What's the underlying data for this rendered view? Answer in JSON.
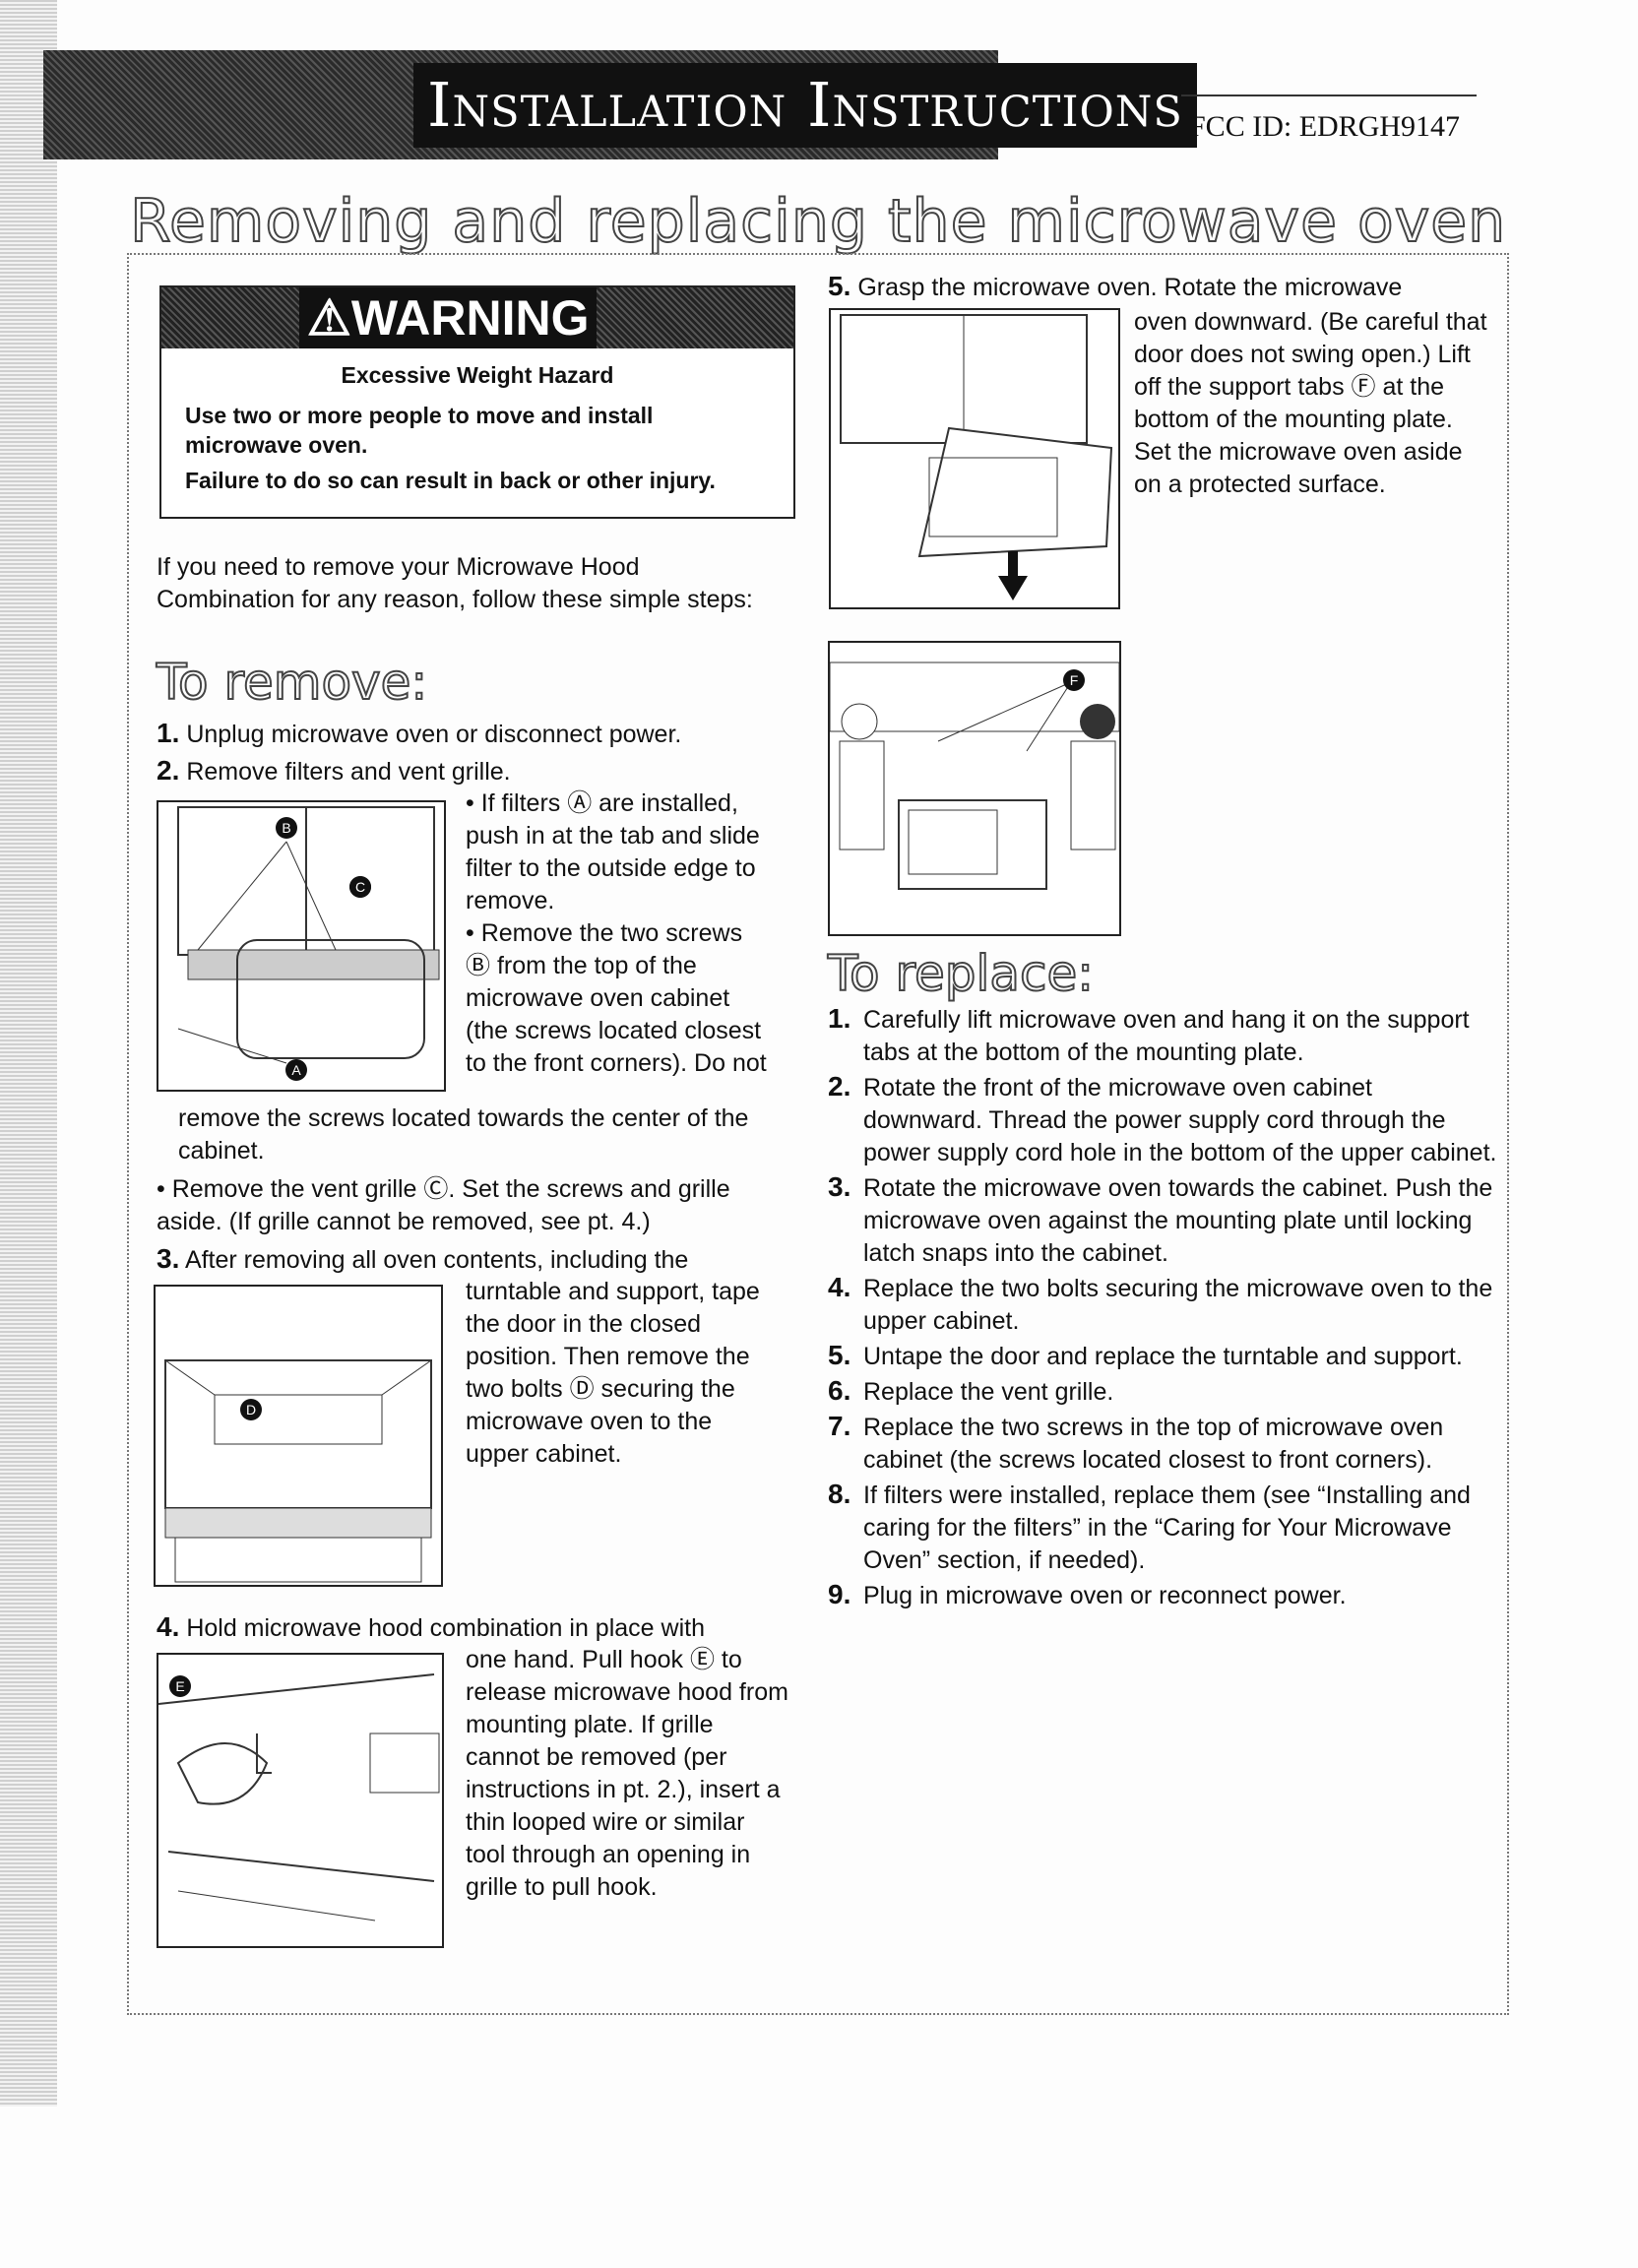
{
  "header": {
    "banner": "Installation Instructions",
    "fcc_id": "FCC ID: EDRGH9147"
  },
  "title": "Removing and replacing the microwave oven",
  "warning": {
    "label": "WARNING",
    "icon": "warning-triangle-icon",
    "hazard": "Excessive Weight Hazard",
    "line1": "Use two or more people to move and install microwave oven.",
    "line2": "Failure to do so can result in back or other injury."
  },
  "intro": "If you need to remove your Microwave Hood Combination for any reason, follow these simple steps:",
  "remove": {
    "heading": "To remove:",
    "s1_num": "1.",
    "s1": "Unplug microwave oven or disconnect power.",
    "s2_num": "2.",
    "s2": "Remove filters and vent grille.",
    "s2_b1": "• If filters Ⓐ are installed, push in at the tab and slide filter to the outside edge to remove.",
    "s2_b2": "• Remove the two screws Ⓑ from the top of the microwave oven cabinet (the screws located closest to the front corners). Do not",
    "s2_b2_cont": "remove the screws located towards the center of the cabinet.",
    "s2_b3": "• Remove the vent grille Ⓒ. Set the screws and grille aside. (If grille cannot be removed, see pt. 4.)",
    "s3_num": "3.",
    "s3_a": "After removing all oven contents, including the",
    "s3_b": "turntable and support, tape the door in the closed position. Then remove the two bolts Ⓓ securing the microwave oven to the upper cabinet.",
    "s4_num": "4.",
    "s4_a": "Hold microwave hood combination in place with",
    "s4_b": "one hand. Pull hook Ⓔ to release microwave hood from mounting plate. If grille cannot be removed (per instructions in pt. 2.), insert a thin looped wire or similar tool through an opening in grille to pull hook.",
    "s5_num": "5.",
    "s5_a": "Grasp the microwave oven. Rotate the microwave",
    "s5_b": "oven downward. (Be careful that door does not swing open.) Lift off the support tabs Ⓕ at the bottom of the mounting plate. Set the microwave oven aside on a protected surface."
  },
  "replace": {
    "heading": "To replace:",
    "steps": [
      {
        "n": "1.",
        "t": "Carefully lift microwave oven and hang it on the support tabs at the bottom of the mounting plate."
      },
      {
        "n": "2.",
        "t": "Rotate the front of the microwave oven cabinet downward. Thread the power supply cord through the power supply cord hole in the bottom of the upper cabinet."
      },
      {
        "n": "3.",
        "t": "Rotate the microwave oven towards the cabinet. Push the microwave oven against the mounting plate until locking latch snaps into the cabinet."
      },
      {
        "n": "4.",
        "t": "Replace the two bolts securing the microwave oven to the upper cabinet."
      },
      {
        "n": "5.",
        "t": "Untape the door and replace the turntable and support."
      },
      {
        "n": "6.",
        "t": "Replace the vent grille."
      },
      {
        "n": "7.",
        "t": "Replace the two screws in the top of microwave oven cabinet (the screws located closest to front corners)."
      },
      {
        "n": "8.",
        "t": "If filters were installed, replace them (see “Installing and caring for the filters” in the “Caring for Your Microwave Oven” section, if needed)."
      },
      {
        "n": "9.",
        "t": "Plug in microwave oven or reconnect power."
      }
    ]
  },
  "labels": {
    "A": "A",
    "B": "B",
    "C": "C",
    "D": "D",
    "E": "E",
    "F": "F"
  }
}
